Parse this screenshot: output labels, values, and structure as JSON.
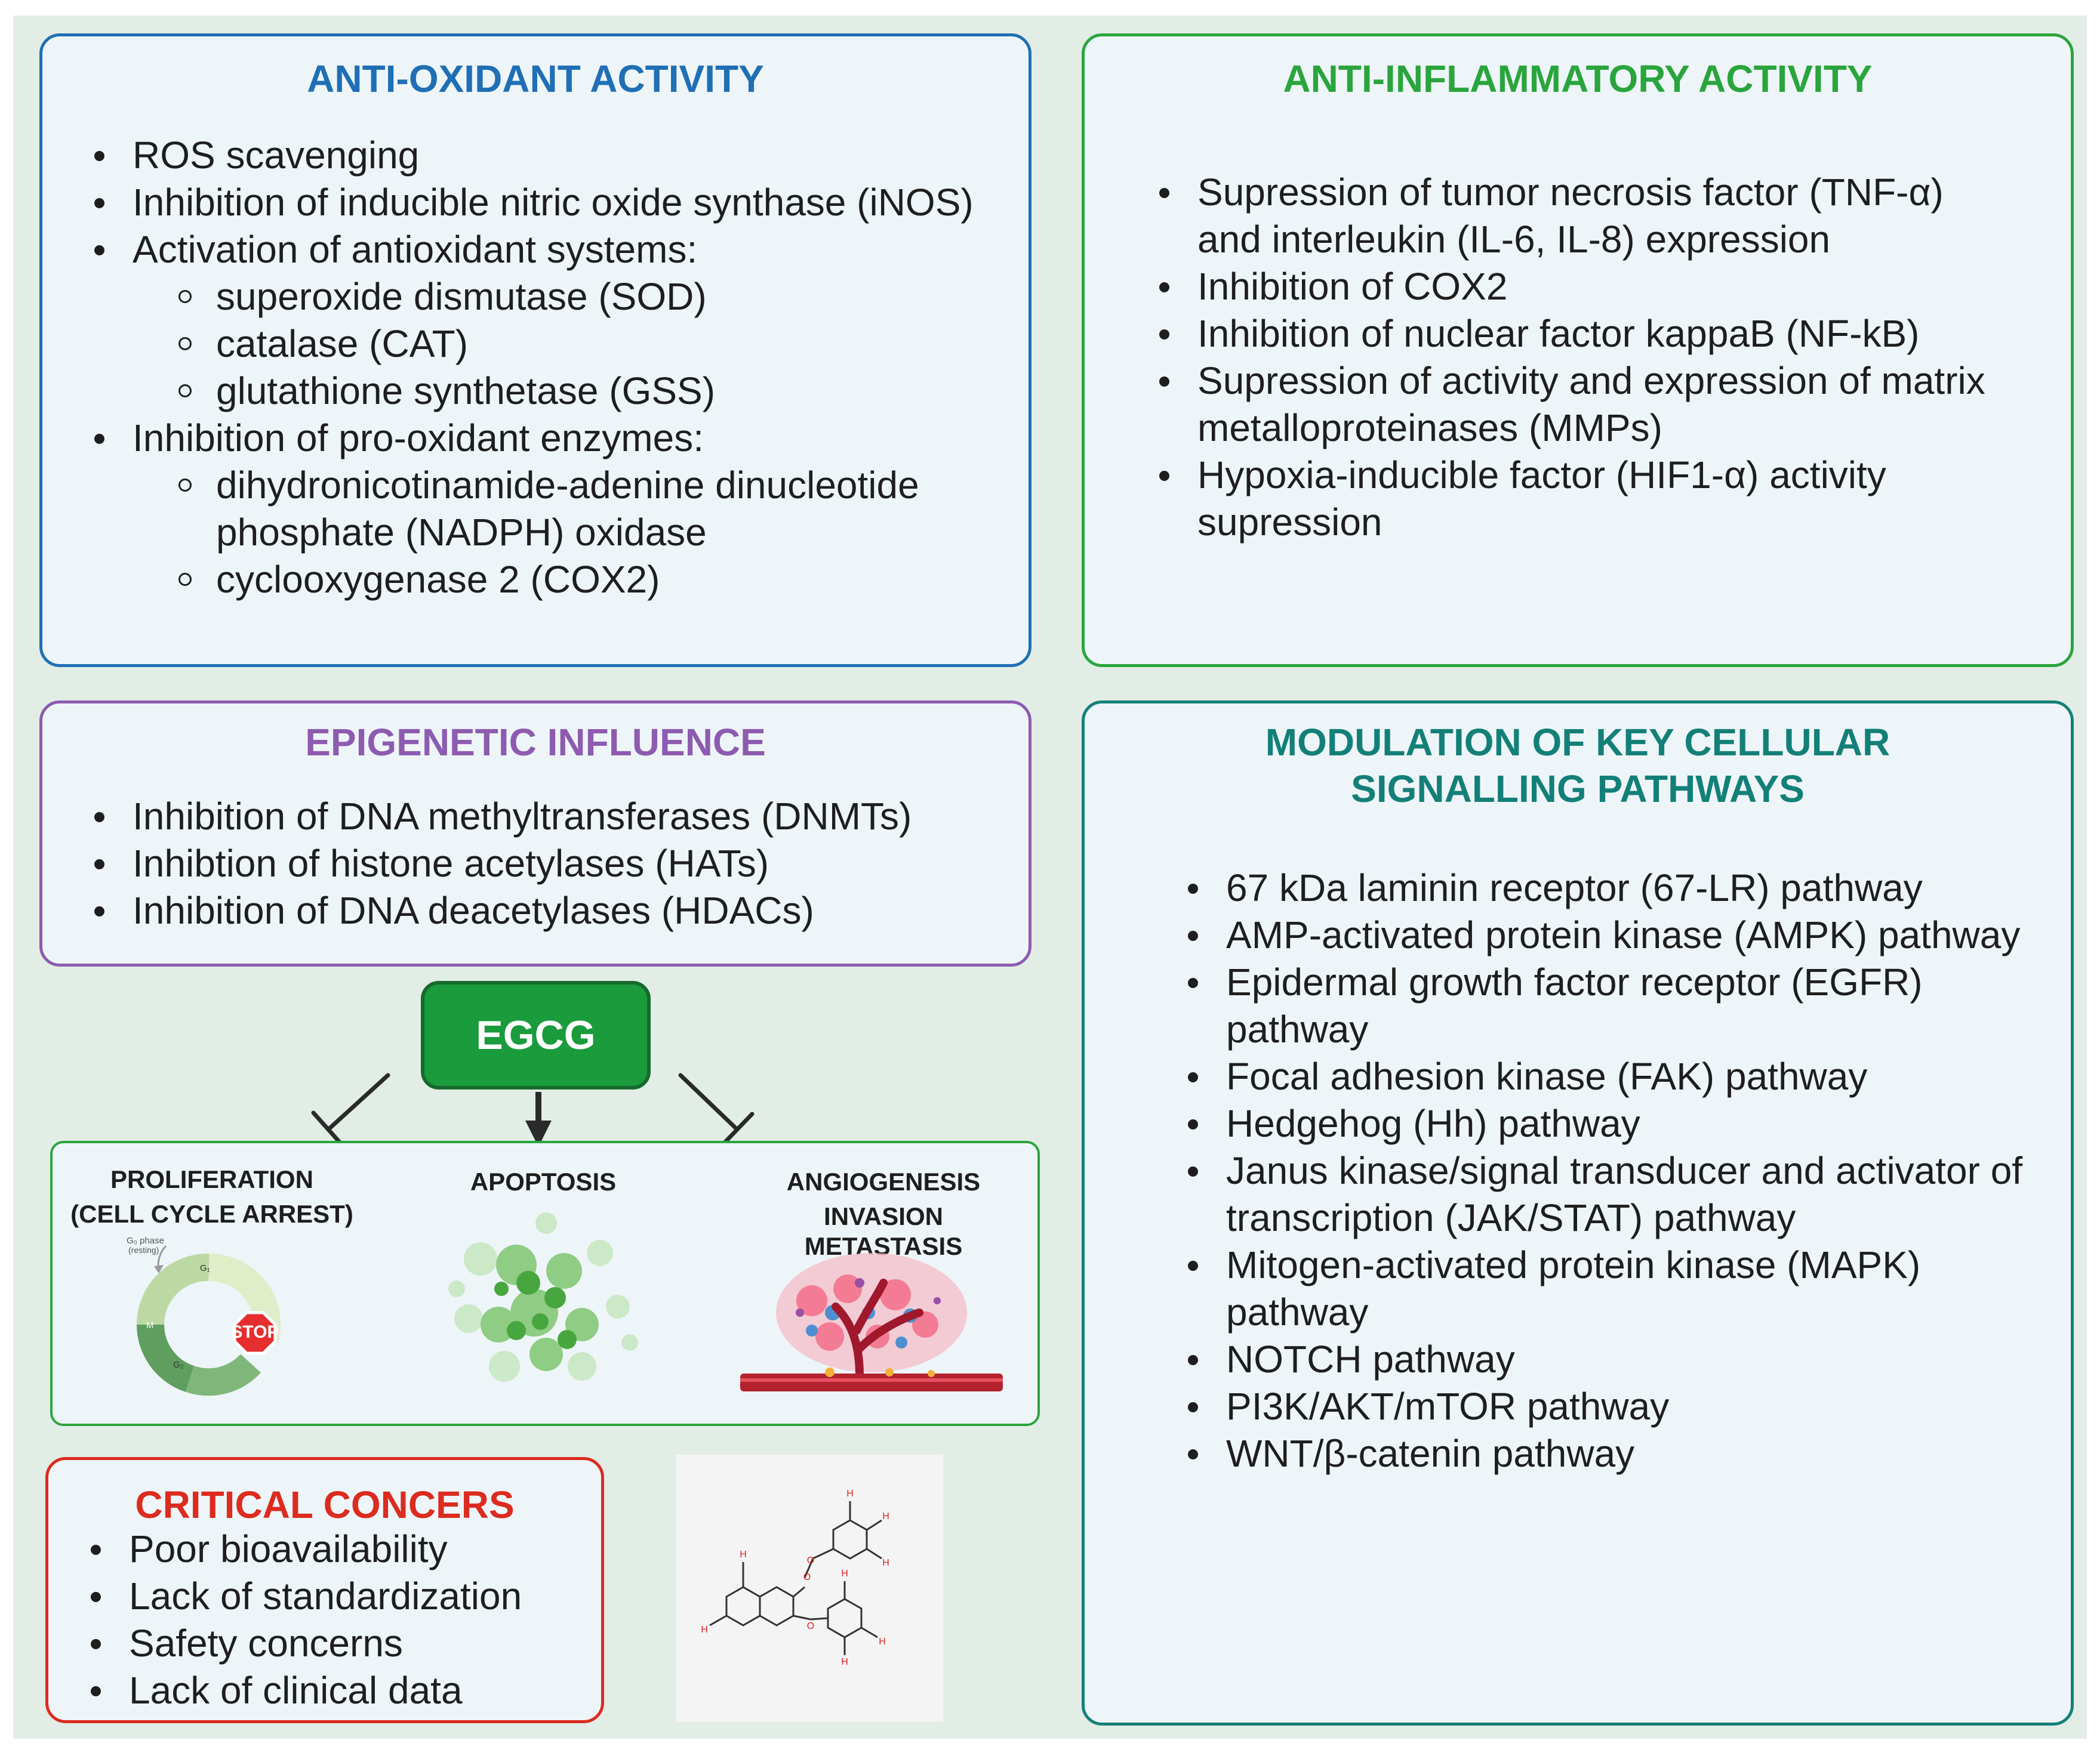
{
  "antioxidant": {
    "title": "ANTI-OXIDANT ACTIVITY",
    "items": [
      "ROS scavenging",
      "Inhibition of inducible nitric oxide synthase (iNOS)",
      "Activation of antioxidant systems:",
      "Inhibition of pro-oxidant enzymes:"
    ],
    "systems": [
      " superoxide dismutase (SOD)",
      "catalase (CAT)",
      "glutathione synthetase (GSS)"
    ],
    "enzymes": [
      "dihydronicotinamide-adenine dinucleotide phosphate (NADPH) oxidase",
      "cyclooxygenase 2 (COX2)"
    ]
  },
  "antiinflammatory": {
    "title": "ANTI-INFLAMMATORY ACTIVITY",
    "items": [
      "Supression of tumor necrosis factor (TNF-α) and interleukin (IL-6, IL-8) expression",
      "Inhibition of COX2",
      "Inhibition of nuclear factor kappaB (NF-kB)",
      "Supression of activity and expression of matrix metalloproteinases  (MMPs)",
      "Hypoxia-inducible factor (HIF1-α) activity supression"
    ]
  },
  "epigenetic": {
    "title": "EPIGENETIC INFLUENCE",
    "items": [
      "Inhibition of DNA methyltransferases (DNMTs)",
      "Inhibtion of histone acetylases (HATs)",
      "Inhibition of DNA deacetylases (HDACs)"
    ]
  },
  "signalling": {
    "title": "MODULATION OF KEY CELLULAR SIGNALLING PATHWAYS",
    "items": [
      "67 kDa laminin receptor (67-LR) pathway",
      "AMP-activated protein kinase (AMPK) pathway",
      "Epidermal growth factor receptor (EGFR) pathway",
      "Focal adhesion kinase (FAK) pathway",
      "Hedgehog (Hh) pathway",
      "Janus kinase/signal transducer and activator of transcription (JAK/STAT) pathway",
      "Mitogen-activated protein kinase (MAPK) pathway",
      "NOTCH pathway",
      "PI3K/AKT/mTOR pathway",
      "WNT/β-catenin pathway"
    ]
  },
  "egcg": {
    "label": "EGCG",
    "effects": {
      "proliferation": {
        "line1": "PROLIFERATION",
        "line2": "(CELL CYCLE ARREST)"
      },
      "apoptosis": "APOPTOSIS",
      "angiogenesis": {
        "line1": "ANGIOGENESIS",
        "line2": "INVASION",
        "line3": "METASTASIS"
      }
    },
    "cell_cycle": {
      "g0": "G₀ phase",
      "g0_note": "(resting)",
      "g1": "G₁",
      "m": "M",
      "g2": "G₂",
      "stop": "STOP"
    }
  },
  "concerns": {
    "title": "CRITICAL CONCERS",
    "items": [
      "Poor bioavailability",
      "Lack of standardization",
      "Safety concerns",
      "Lack of clinical data"
    ]
  },
  "molecule": {
    "atoms": {
      "oh": "H",
      "o": "O"
    }
  },
  "colors": {
    "antioxidant": "#1f6fb5",
    "antiinflammatory": "#2aa53d",
    "epigenetic": "#8d5bb0",
    "signalling": "#138078",
    "concerns": "#dc2b1f",
    "egcg": "#1a9b3c"
  }
}
